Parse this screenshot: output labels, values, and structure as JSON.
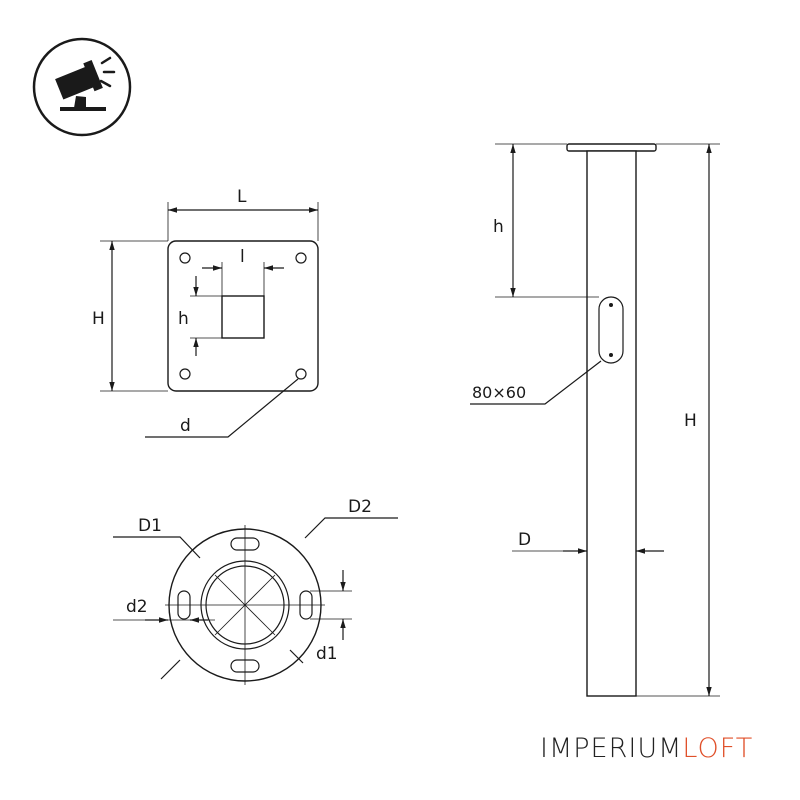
{
  "brand": {
    "part1": "IMPERIUM",
    "part2": "LOFT",
    "color_primary": "#222222",
    "color_accent": "#e0502a"
  },
  "plate_top_view": {
    "width_label": "L",
    "height_label": "H",
    "hole_width_label": "l",
    "hole_height_label": "h",
    "bolt_hole_label": "d"
  },
  "flange_view": {
    "outer_diameter_label": "D2",
    "inner_diameter_label": "D1",
    "slot_length_label": "d2",
    "slot_width_label": "d1"
  },
  "pole_side_view": {
    "hatch_height_label": "h",
    "hatch_size_label": "80×60",
    "diameter_label": "D",
    "height_label": "H"
  },
  "icon": {
    "name": "spotlight-mount-icon"
  }
}
